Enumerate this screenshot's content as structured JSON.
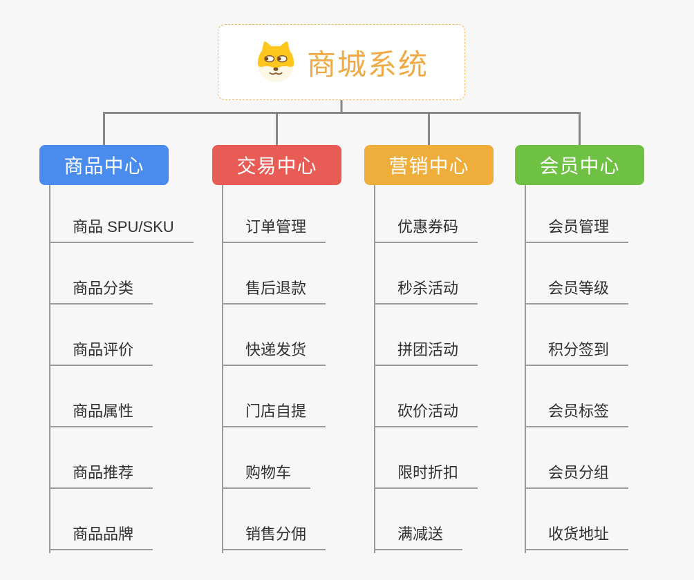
{
  "root": {
    "title": "商城系统",
    "icon": "doge-icon"
  },
  "branches": [
    {
      "label": "商品中心",
      "color": "#4a8bee",
      "children": [
        "商品 SPU/SKU",
        "商品分类",
        "商品评价",
        "商品属性",
        "商品推荐",
        "商品品牌"
      ]
    },
    {
      "label": "交易中心",
      "color": "#e95b55",
      "children": [
        "订单管理",
        "售后退款",
        "快递发货",
        "门店自提",
        "购物车",
        "销售分佣"
      ]
    },
    {
      "label": "营销中心",
      "color": "#efad3c",
      "children": [
        "优惠券码",
        "秒杀活动",
        "拼团活动",
        "砍价活动",
        "限时折扣",
        "满减送"
      ]
    },
    {
      "label": "会员中心",
      "color": "#6fc143",
      "children": [
        "会员管理",
        "会员等级",
        "积分签到",
        "会员标签",
        "会员分组",
        "收货地址"
      ]
    }
  ],
  "colors": {
    "canvas_bg": "#f7f7f7",
    "connector": "#878787",
    "child_line": "#9a9a9a",
    "child_text": "#303030",
    "root_title": "#f0aa45",
    "root_border": "#f2b65a"
  }
}
